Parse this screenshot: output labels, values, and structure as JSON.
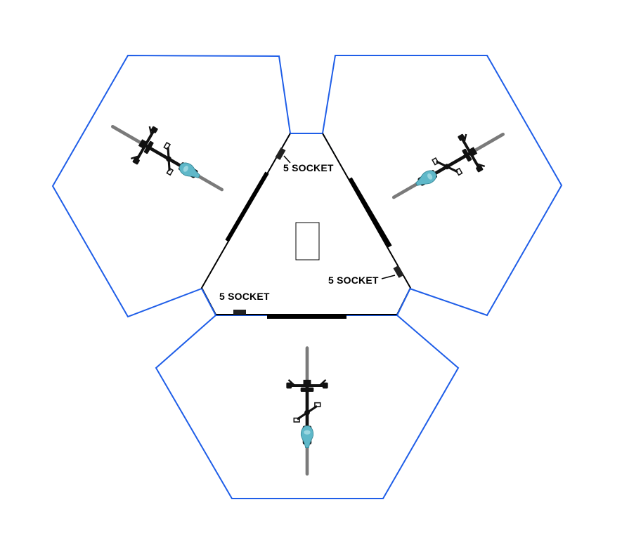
{
  "layout_type": "top-down floor plan",
  "colors": {
    "zone_outline": "#1f5ee8",
    "hub_outline": "#000000",
    "fixture": "#000000",
    "background": "#ffffff",
    "saddle_accent": "#5fb8c9",
    "tire": "#7a7a7a"
  },
  "hub": {
    "shape": "triangle",
    "sockets": [
      {
        "label": "5 SOCKET"
      },
      {
        "label": "5 SOCKET"
      },
      {
        "label": "5 SOCKET"
      }
    ]
  },
  "zones": [
    {
      "shape": "hexagon",
      "icon": "bicycle-icon"
    },
    {
      "shape": "hexagon",
      "icon": "bicycle-icon"
    },
    {
      "shape": "hexagon",
      "icon": "bicycle-icon"
    }
  ]
}
